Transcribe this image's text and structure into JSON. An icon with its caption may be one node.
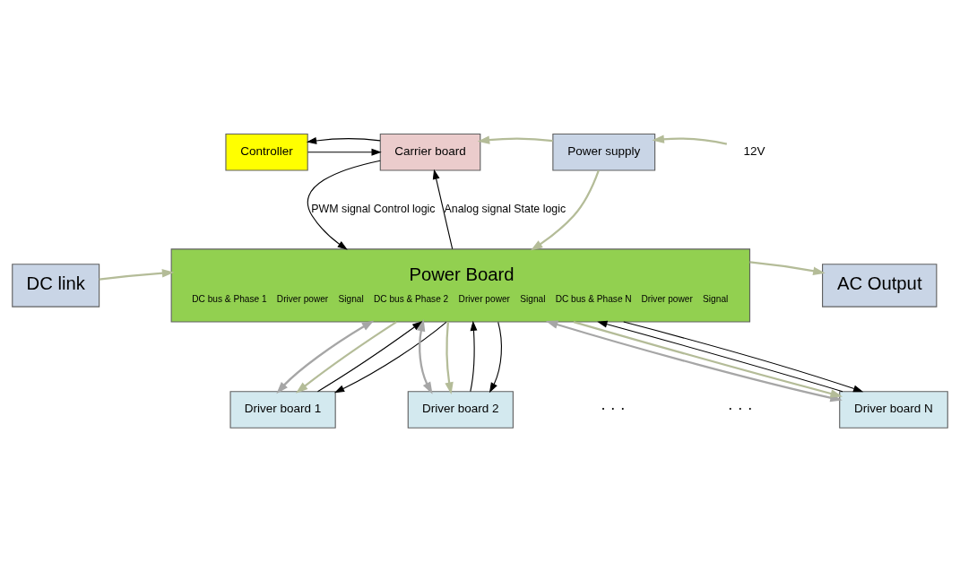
{
  "diagram": {
    "nodes": [
      {
        "text": [
          "Controller"
        ]
      },
      {
        "text": [
          "Carrier board"
        ]
      },
      {
        "text": [
          "Power supply"
        ]
      },
      {
        "text": [
          "12V"
        ]
      },
      {
        "text": [
          "Power Board",
          "DC bus & Phase 1",
          "Driver power",
          "Signal",
          "DC bus & Phase 2",
          "Driver power",
          "Signal",
          "DC bus & Phase N",
          "Driver power",
          "Signal"
        ]
      },
      {
        "text": [
          "DC link"
        ]
      },
      {
        "text": [
          "AC Output"
        ]
      },
      {
        "text": [
          "Driver board 1"
        ]
      },
      {
        "text": [
          "Driver board 2"
        ]
      },
      {
        "text": [
          "Driver board N"
        ]
      }
    ],
    "edges": [
      {
        "from": 0,
        "to": 1,
        "arrow": "to"
      },
      {
        "from": 1,
        "to": 0,
        "arrow": "to"
      },
      {
        "from": 2,
        "to": 1,
        "arrow": "to",
        "color": "#b4bc98"
      },
      {
        "from": 3,
        "to": 2,
        "arrow": "to",
        "color": "#b4bc98"
      },
      {
        "from": 4,
        "to": 1,
        "arrow": "to",
        "label": "Analog signal State logic"
      },
      {
        "from": 1,
        "to": 4,
        "arrow": "to",
        "label": "PWM signal Control logic"
      },
      {
        "from": 2,
        "to": 4,
        "arrow": "to",
        "color": "#b4bc98"
      },
      {
        "from": 5,
        "to": 4,
        "arrow": "to",
        "color": "#b4bc98"
      },
      {
        "from": 4,
        "to": 6,
        "arrow": "to",
        "color": "#b4bc98"
      },
      {
        "from": 4,
        "to": 7,
        "arrow": "both",
        "color": "#a6a6a6"
      },
      {
        "from": 4,
        "to": 7,
        "arrow": "to",
        "color": "#b4bc98"
      },
      {
        "from": 7,
        "to": 4,
        "arrow": "to"
      },
      {
        "from": 4,
        "to": 7,
        "arrow": "to"
      },
      {
        "from": 4,
        "to": 8,
        "arrow": "both",
        "color": "#a6a6a6"
      },
      {
        "from": 4,
        "to": 8,
        "arrow": "to",
        "color": "#b4bc98"
      },
      {
        "from": 8,
        "to": 4,
        "arrow": "to"
      },
      {
        "from": 4,
        "to": 8,
        "arrow": "to"
      },
      {
        "from": 4,
        "to": 9,
        "arrow": "both",
        "color": "#a6a6a6"
      },
      {
        "from": 4,
        "to": 9,
        "arrow": "to",
        "color": "#b4bc98"
      },
      {
        "from": 9,
        "to": 4,
        "arrow": "to"
      },
      {
        "from": 4,
        "to": 9,
        "arrow": "to"
      }
    ],
    "labels": [
      "· · ·",
      "· · ·"
    ]
  }
}
